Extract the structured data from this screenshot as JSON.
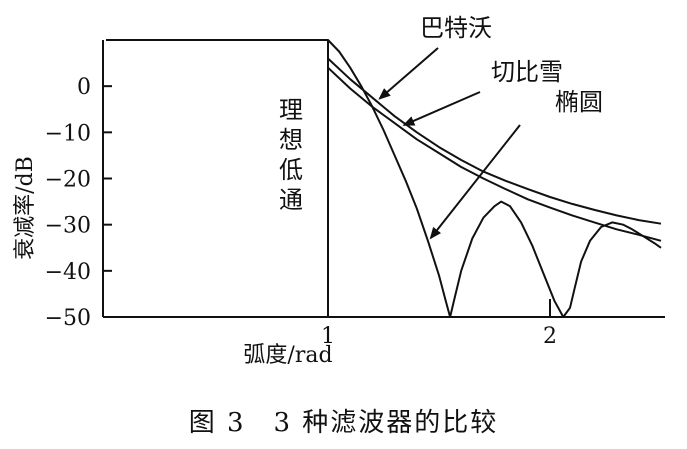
{
  "caption": "图 3　3 种滤波器的比较",
  "chart_data": {
    "type": "line",
    "title": "",
    "xlabel": "弧度/rad",
    "ylabel": "衰减率/dB",
    "xlim": [
      0,
      2.5
    ],
    "ylim": [
      -50,
      10
    ],
    "xticks": [
      1,
      2
    ],
    "xtick_labels": [
      "1",
      "2"
    ],
    "yticks": [
      0,
      -10,
      -20,
      -30,
      -40,
      -50
    ],
    "ytick_labels": [
      "0",
      "-10",
      "-20",
      "-30",
      "-40",
      "-50"
    ],
    "grid": false,
    "ideal_label": "理想低通",
    "series": [
      {
        "name": "理想低通",
        "x": [
          0,
          1,
          1
        ],
        "y": [
          10,
          10,
          -50
        ]
      },
      {
        "name": "巴特沃",
        "x": [
          1.0,
          1.1,
          1.2,
          1.3,
          1.4,
          1.5,
          1.6,
          1.7,
          1.8,
          1.9,
          2.0,
          2.1,
          2.2,
          2.3,
          2.4,
          2.5
        ],
        "y": [
          6.0,
          1.5,
          -2.5,
          -6.5,
          -10.0,
          -13.2,
          -16.0,
          -18.5,
          -20.5,
          -22.3,
          -24.0,
          -25.5,
          -26.8,
          -28.0,
          -29.0,
          -29.8
        ]
      },
      {
        "name": "切比雪",
        "x": [
          1.0,
          1.1,
          1.2,
          1.3,
          1.4,
          1.5,
          1.6,
          1.7,
          1.8,
          1.9,
          2.0,
          2.1,
          2.2,
          2.3,
          2.4,
          2.5
        ],
        "y": [
          4.0,
          -0.5,
          -4.5,
          -8.0,
          -11.5,
          -14.5,
          -17.5,
          -20.0,
          -22.3,
          -24.5,
          -26.3,
          -28.0,
          -29.5,
          -31.0,
          -32.2,
          -33.5
        ]
      },
      {
        "name": "椭圆",
        "x": [
          1.0,
          1.05,
          1.1,
          1.15,
          1.2,
          1.25,
          1.3,
          1.35,
          1.4,
          1.45,
          1.5,
          1.53,
          1.55,
          1.57,
          1.6,
          1.65,
          1.7,
          1.75,
          1.78,
          1.82,
          1.87,
          1.92,
          1.97,
          2.02,
          2.06,
          2.09,
          2.11,
          2.14,
          2.18,
          2.23,
          2.28,
          2.33,
          2.37,
          2.42,
          2.47,
          2.5
        ],
        "y": [
          10.0,
          7.5,
          4.0,
          0.0,
          -4.5,
          -9.5,
          -15.0,
          -20.5,
          -26.5,
          -33.5,
          -41.0,
          -46.5,
          -50.0,
          -46.0,
          -40.0,
          -33.0,
          -28.5,
          -26.0,
          -25.0,
          -26.0,
          -29.5,
          -34.5,
          -40.5,
          -46.5,
          -50.0,
          -48.0,
          -44.0,
          -38.0,
          -33.5,
          -30.5,
          -29.5,
          -30.0,
          -31.0,
          -32.5,
          -34.0,
          -35.0
        ]
      }
    ],
    "annotations": [
      {
        "text": "巴特沃",
        "series": "巴特沃"
      },
      {
        "text": "切比雪",
        "series": "切比雪"
      },
      {
        "text": "椭圆",
        "series": "椭圆"
      }
    ]
  }
}
